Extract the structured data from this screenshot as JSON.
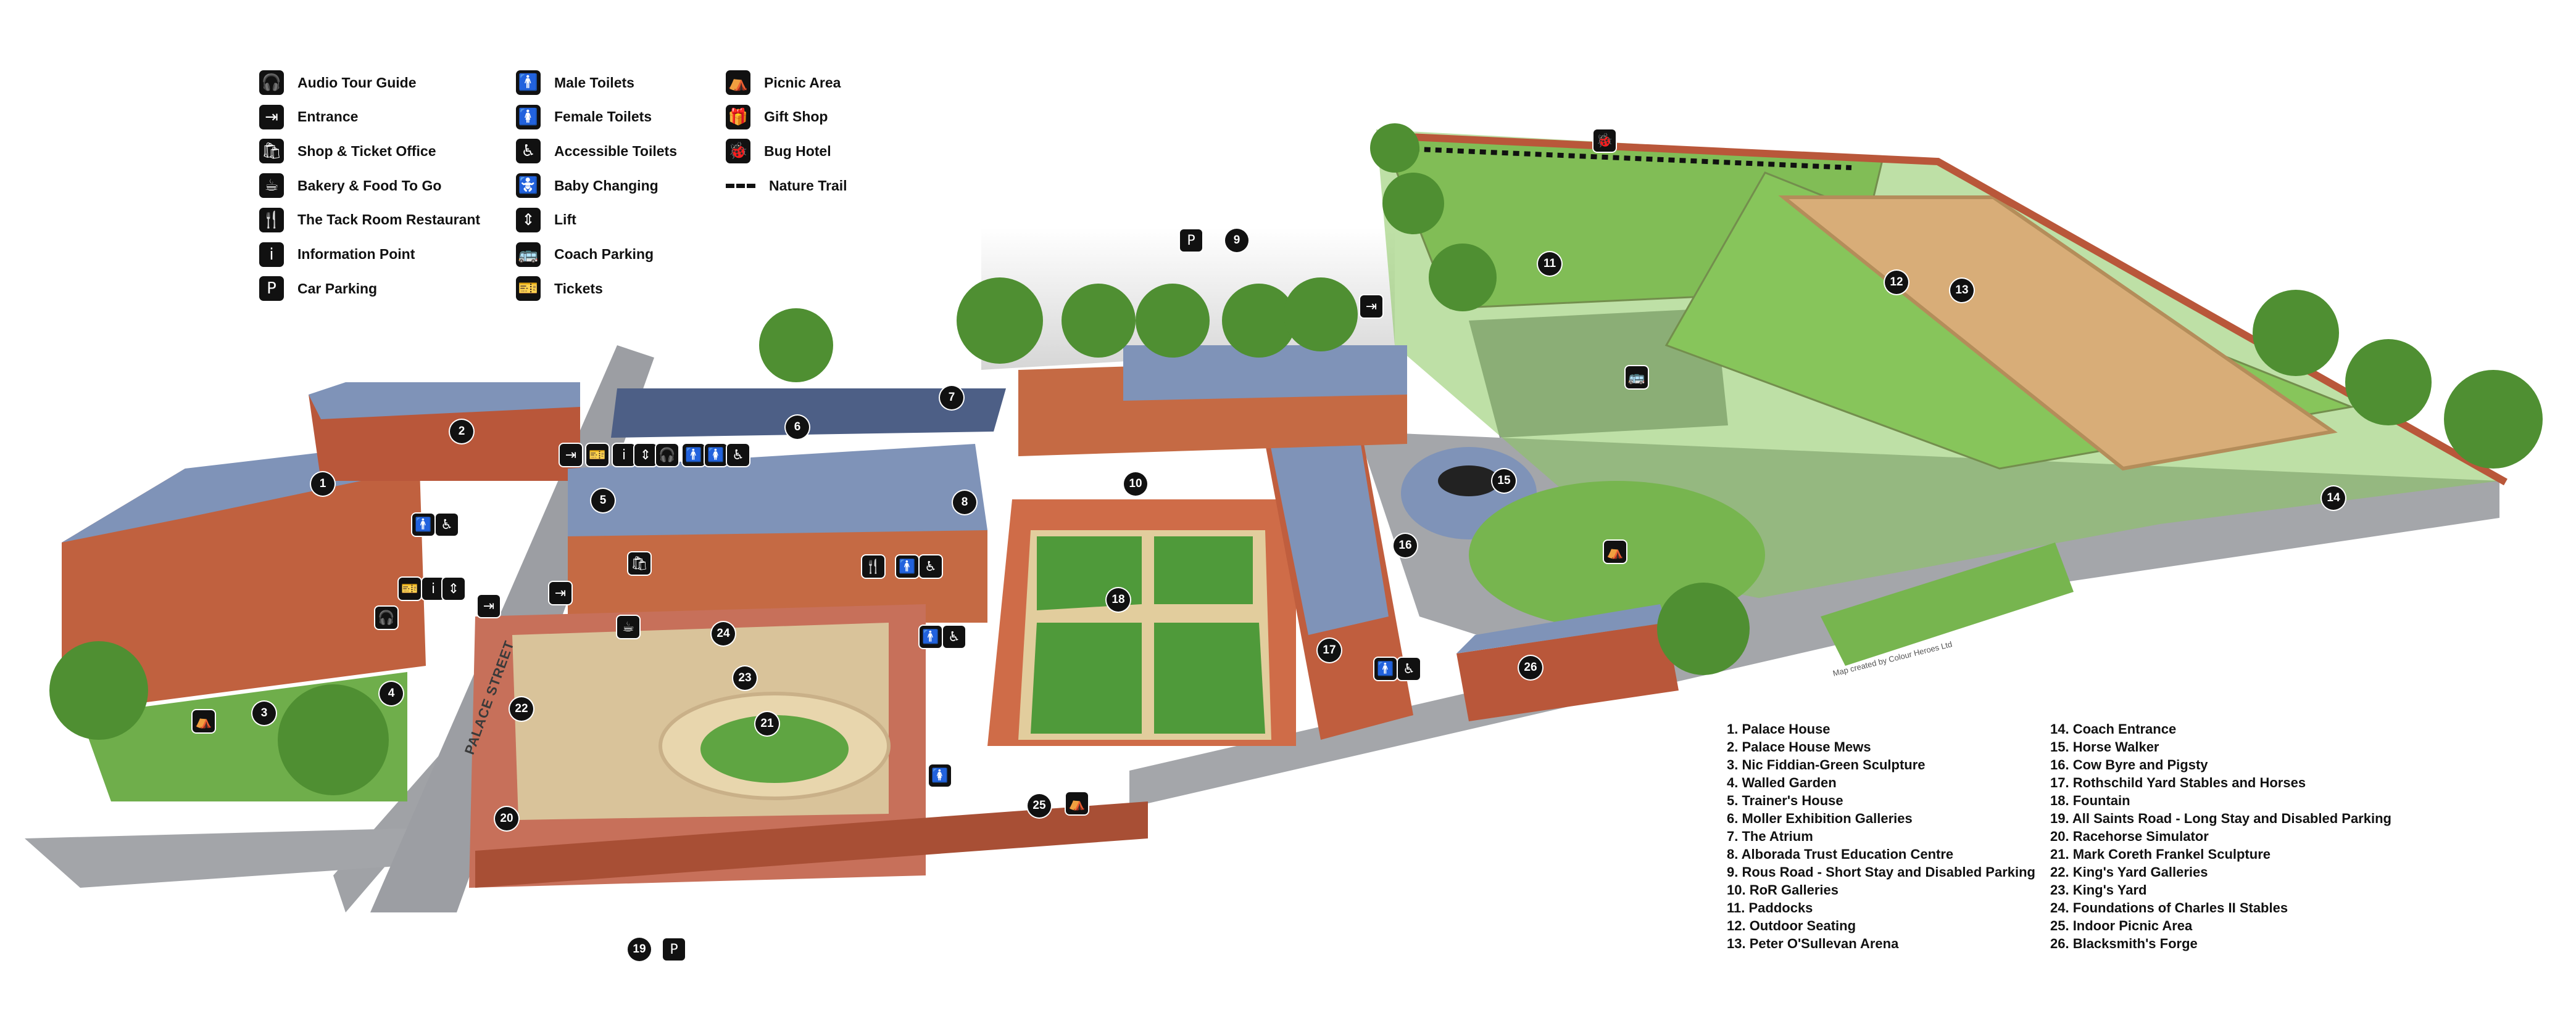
{
  "colors": {
    "lawn": "#73b64d",
    "paddock": "#86c35a",
    "arena_sand": "#d8ad78",
    "road": "#9c9ea3",
    "roof": "#7f93b8",
    "brick": "#b9573a",
    "stone": "#e3cfa6",
    "tree": "#4f8f32"
  },
  "legend": [
    {
      "icon": "headphones-icon",
      "glyph": "🎧",
      "label": "Audio Tour Guide"
    },
    {
      "icon": "entrance-icon",
      "glyph": "⇥",
      "label": "Entrance"
    },
    {
      "icon": "shopping-bag-icon",
      "glyph": "🛍",
      "label": "Shop & Ticket Office"
    },
    {
      "icon": "coffee-cup-icon",
      "glyph": "☕",
      "label": "Bakery & Food To Go"
    },
    {
      "icon": "cutlery-icon",
      "glyph": "🍴",
      "label": "The Tack Room Restaurant"
    },
    {
      "icon": "info-icon",
      "glyph": "i",
      "label": "Information Point"
    },
    {
      "icon": "parking-icon",
      "glyph": "P",
      "label": "Car Parking"
    },
    {
      "icon": "male-toilet-icon",
      "glyph": "🚹",
      "label": "Male Toilets"
    },
    {
      "icon": "female-toilet-icon",
      "glyph": "🚺",
      "label": "Female Toilets"
    },
    {
      "icon": "wheelchair-icon",
      "glyph": "♿",
      "label": "Accessible Toilets"
    },
    {
      "icon": "baby-change-icon",
      "glyph": "🚼",
      "label": "Baby Changing"
    },
    {
      "icon": "lift-icon",
      "glyph": "⇕",
      "label": "Lift"
    },
    {
      "icon": "coach-icon",
      "glyph": "🚌",
      "label": "Coach Parking"
    },
    {
      "icon": "ticket-icon",
      "glyph": "🎫",
      "label": "Tickets"
    },
    {
      "icon": "picnic-table-icon",
      "glyph": "⛺",
      "label": "Picnic Area"
    },
    {
      "icon": "gift-bag-icon",
      "glyph": "🎁",
      "label": "Gift Shop"
    },
    {
      "icon": "bug-icon",
      "glyph": "🐞",
      "label": "Bug Hotel"
    },
    {
      "icon": "dashed-line-icon",
      "glyph": "",
      "label": "Nature Trail"
    }
  ],
  "key": [
    "1. Palace House",
    "2. Palace House Mews",
    "3. Nic Fiddian-Green Sculpture",
    "4. Walled Garden",
    "5. Trainer's House",
    "6. Moller Exhibition Galleries",
    "7. The Atrium",
    "8. Alborada Trust Education Centre",
    "9. Rous Road - Short Stay and Disabled Parking",
    "10. RoR Galleries",
    "11. Paddocks",
    "12. Outdoor Seating",
    "13. Peter O'Sullevan Arena",
    "14. Coach Entrance",
    "15. Horse Walker",
    "16. Cow Byre and Pigsty",
    "17. Rothschild Yard Stables and Horses",
    "18. Fountain",
    "19. All Saints Road - Long Stay and Disabled Parking",
    "20. Racehorse Simulator",
    "21. Mark Coreth Frankel Sculpture",
    "22. King's Yard Galleries",
    "23. King's Yard",
    "24. Foundations of Charles II Stables",
    "25. Indoor Picnic Area",
    "26. Blacksmith's Forge"
  ],
  "markers": [
    "1",
    "2",
    "3",
    "4",
    "5",
    "6",
    "7",
    "8",
    "9",
    "10",
    "11",
    "12",
    "13",
    "14",
    "15",
    "16",
    "17",
    "18",
    "19",
    "20",
    "21",
    "22",
    "23",
    "24",
    "25",
    "26"
  ],
  "street_label": "PALACE STREET",
  "credit": "Map created by Colour Heroes Ltd"
}
